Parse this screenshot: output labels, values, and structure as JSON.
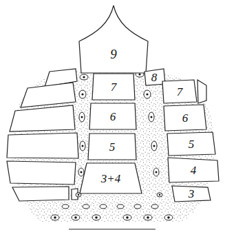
{
  "diagram": {
    "nodes": [
      {
        "text": [
          "9"
        ]
      },
      {
        "text": [
          "8"
        ]
      },
      {
        "text": [
          "7"
        ]
      },
      {
        "text": [
          "7"
        ]
      },
      {
        "text": [
          "6"
        ]
      },
      {
        "text": [
          "6"
        ]
      },
      {
        "text": [
          "5"
        ]
      },
      {
        "text": [
          "5"
        ]
      },
      {
        "text": [
          "4"
        ]
      },
      {
        "text": [
          "3+4"
        ]
      },
      {
        "text": [
          "3"
        ]
      }
    ]
  }
}
